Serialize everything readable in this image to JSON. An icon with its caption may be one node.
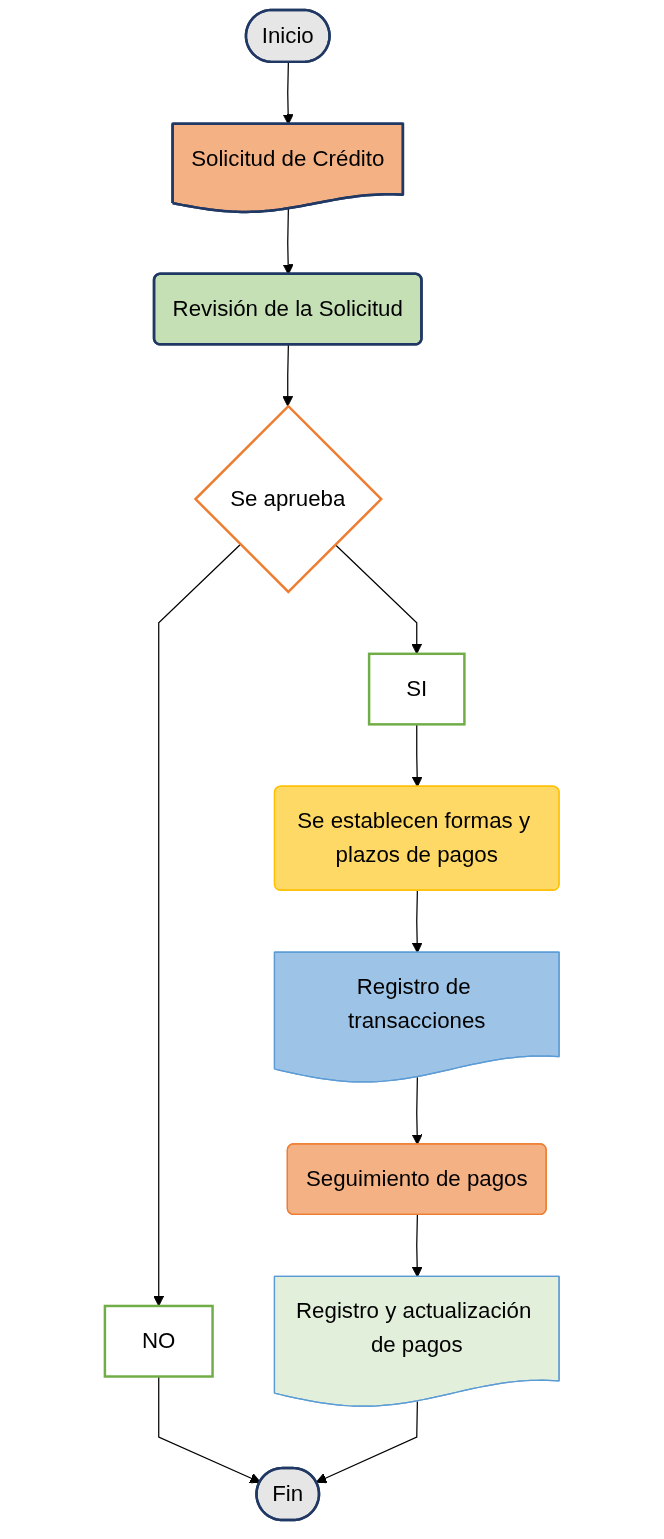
{
  "diagram": {
    "nodes": [
      {
        "text": [
          "Inicio"
        ]
      },
      {
        "text": [
          "Solicitud de Crédito"
        ]
      },
      {
        "text": [
          "Revisión de la Solicitud"
        ]
      },
      {
        "text": [
          "Se aprueba"
        ]
      },
      {
        "text": [
          "NO"
        ]
      },
      {
        "text": [
          "SI"
        ]
      },
      {
        "text": [
          "Se establecen formas y plazos de pagos"
        ]
      },
      {
        "text": [
          "Registro de transacciones"
        ]
      },
      {
        "text": [
          "Seguimiento de pagos"
        ]
      },
      {
        "text": [
          "Registro y actualización de pagos"
        ]
      },
      {
        "text": [
          "Fin"
        ]
      }
    ],
    "edges": [
      {
        "from": 0,
        "to": 1,
        "arrow": "to"
      },
      {
        "from": 1,
        "to": 2,
        "arrow": "to"
      },
      {
        "from": 2,
        "to": 3,
        "arrow": "to"
      },
      {
        "from": 3,
        "to": 4,
        "arrow": "to"
      },
      {
        "from": 3,
        "to": 5,
        "arrow": "to"
      },
      {
        "from": 4,
        "to": 10,
        "arrow": "to"
      },
      {
        "from": 5,
        "to": 6,
        "arrow": "to"
      },
      {
        "from": 6,
        "to": 7,
        "arrow": "to"
      },
      {
        "from": 7,
        "to": 8,
        "arrow": "to"
      },
      {
        "from": 8,
        "to": 9,
        "arrow": "to"
      },
      {
        "from": 9,
        "to": 10,
        "arrow": "to"
      }
    ]
  }
}
